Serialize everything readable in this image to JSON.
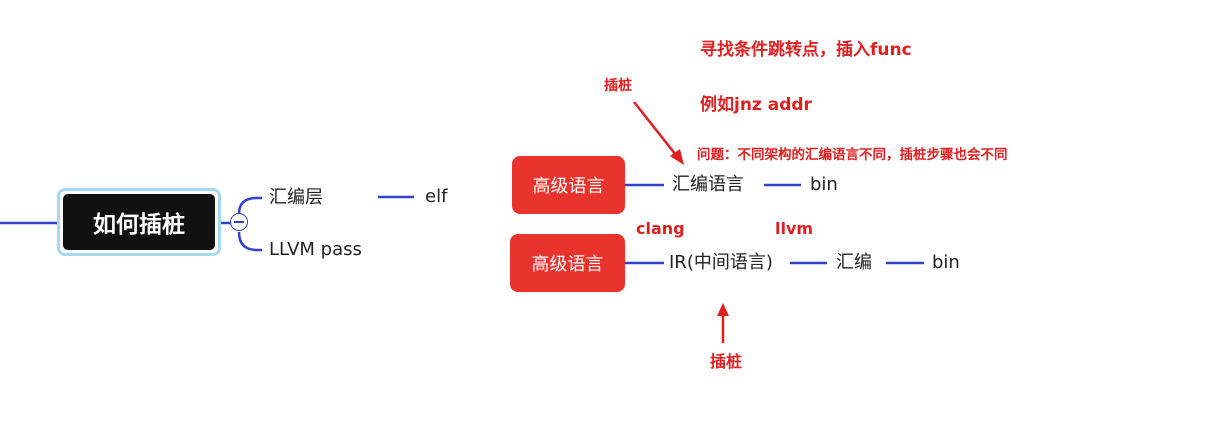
{
  "root": {
    "label": "如何插桩"
  },
  "branches": [
    {
      "label": "汇编层",
      "child": "elf"
    },
    {
      "label": "LLVM pass"
    }
  ],
  "flow1": {
    "box": "高级语言",
    "steps": [
      "汇编语言",
      "bin"
    ]
  },
  "flow2": {
    "box": "高级语言",
    "steps": [
      "IR(中间语言)",
      "汇编",
      "bin"
    ]
  },
  "annotations": {
    "find_jump": "寻找条件跳转点，插入func",
    "example": "例如jnz addr",
    "instrument_top": "插桩",
    "problem": "问题：不同架构的汇编语言不同，插桩步骤也会不同",
    "clang": "clang",
    "llvm": "llvm",
    "instrument_bottom": "插桩"
  },
  "colors": {
    "connector": "#3344cc",
    "box_red": "#e8342c",
    "note_red": "#e02020",
    "root_border": "#a8d8f0"
  }
}
